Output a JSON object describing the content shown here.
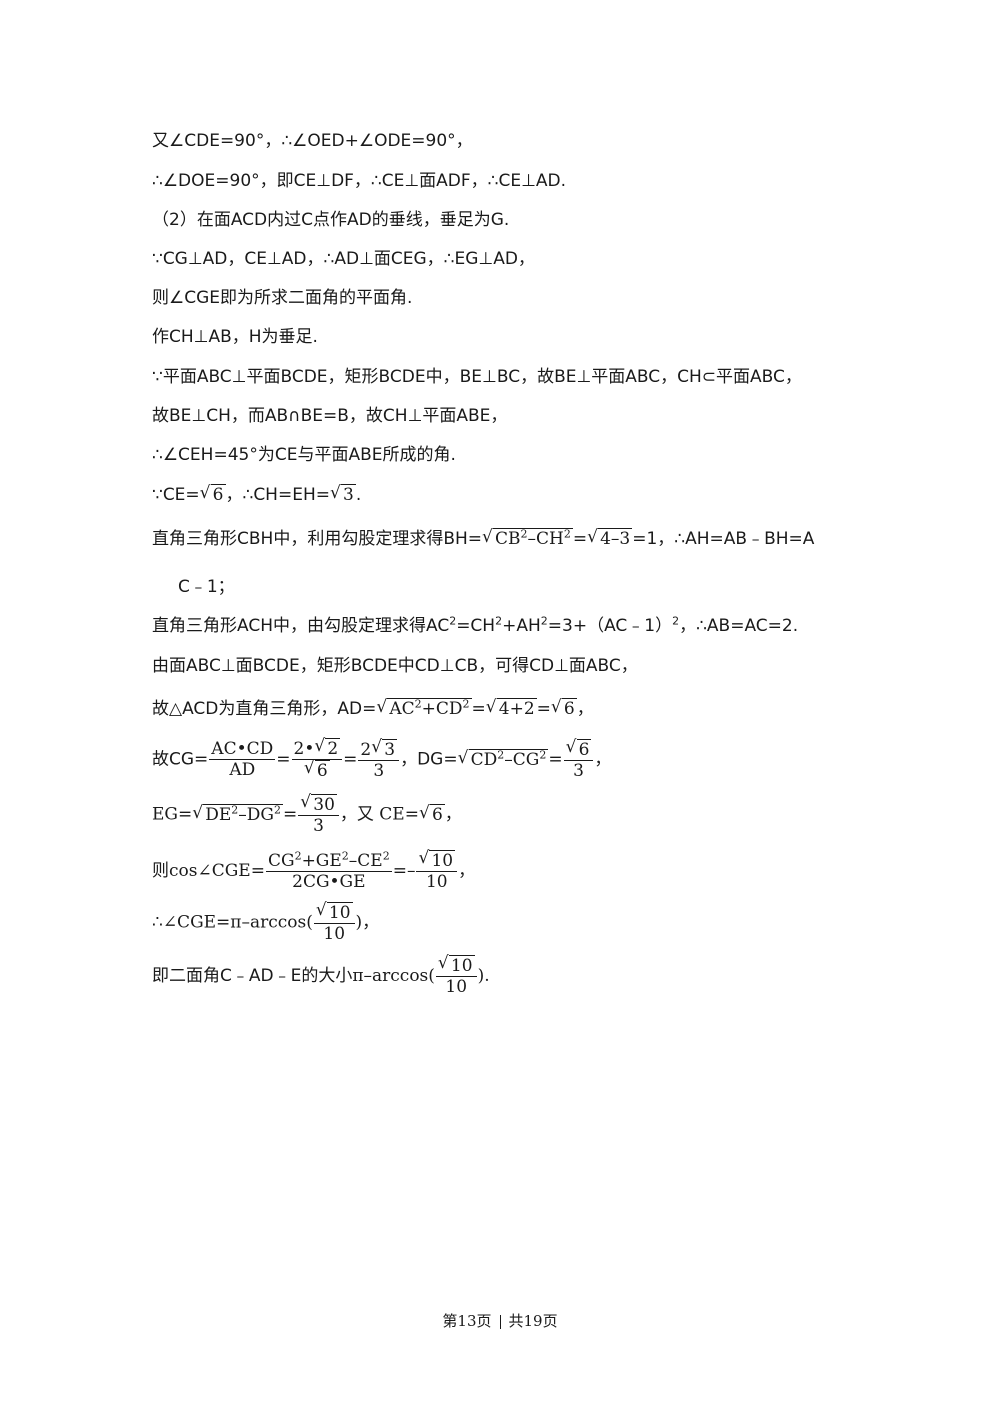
{
  "lines": {
    "l1": "又∠CDE=90°，∴∠OED+∠ODE=90°，",
    "l2": "∴∠DOE=90°，即CE⊥DF，∴CE⊥面ADF，∴CE⊥AD.",
    "l3": "（2）在面ACD内过C点作AD的垂线，垂足为G.",
    "l4": "∵CG⊥AD，CE⊥AD，∴AD⊥面CEG，∴EG⊥AD，",
    "l5": "则∠CGE即为所求二面角的平面角.",
    "l6": "作CH⊥AB，H为垂足.",
    "l7": "∵平面ABC⊥平面BCDE，矩形BCDE中，BE⊥BC，故BE⊥平面ABC，CH⊂平面ABC，",
    "l8": "故BE⊥CH，而AB∩BE=B，故CH⊥平面ABE，",
    "l9": "∴∠CEH=45°为CE与平面ABE所成的角.",
    "l10_a": "∵CE=",
    "l10_b": "6",
    "l10_c": "，∴CH=EH=",
    "l10_d": "3",
    "l10_e": ".",
    "l11_a": "直角三角形CBH中，利用勾股定理求得BH=",
    "l11_b": "CB",
    "l11_c": "–CH",
    "l11_d": "=",
    "l11_e": "4–3",
    "l11_f": "=1，∴AH=AB﹣BH=A",
    "l12": "C﹣1；",
    "l13_a": "直角三角形ACH中，由勾股定理求得AC",
    "l13_b": "=CH",
    "l13_c": "+AH",
    "l13_d": "=3+（AC﹣1）",
    "l13_e": "，∴AB=AC=2.",
    "l14": "由面ABC⊥面BCDE，矩形BCDE中CD⊥CB，可得CD⊥面ABC，",
    "l15_a": "故△ACD为直角三角形，AD=",
    "l15_b": "AC",
    "l15_c": "+CD",
    "l15_d": "=",
    "l15_e": "4+2",
    "l15_f": "=",
    "l15_g": "6",
    "l15_h": "，",
    "l16_a": "故CG=",
    "l16_num1": "AC•CD",
    "l16_den1": "AD",
    "l16_eq": "=",
    "l16_num2a": "2•",
    "l16_num2b": "2",
    "l16_den2": "6",
    "l16_eq2": "=",
    "l16_num3a": "2",
    "l16_num3b": "3",
    "l16_den3": "3",
    "l16_b": "，DG=",
    "l16_c": "CD",
    "l16_d": "–CG",
    "l16_e": "=",
    "l16_num4": "6",
    "l16_den4": "3",
    "l16_f": "，",
    "l17_a": "EG=",
    "l17_b": "DE",
    "l17_c": "–DG",
    "l17_d": "=",
    "l17_num": "30",
    "l17_den": "3",
    "l17_e": "，又 CE=",
    "l17_f": "6",
    "l17_g": "，",
    "l18_a": "则",
    "l18_b": "cos∠CGE=",
    "l18_num": "CG",
    "l18_num2": "+GE",
    "l18_num3": "–CE",
    "l18_den": "2CG•GE",
    "l18_c": "=–",
    "l18_num4": "10",
    "l18_den4": "10",
    "l18_d": "，",
    "l19_a": "∴∠CGE=π–arccos(",
    "l19_num": "10",
    "l19_den": "10",
    "l19_b": ")，",
    "l20_a": "即二面角C﹣AD﹣E的大小",
    "l20_b": "π–arccos(",
    "l20_num": "10",
    "l20_den": "10",
    "l20_c": ").",
    "sq": "2"
  },
  "footer": {
    "page": "第13页",
    "total": "共19页"
  }
}
